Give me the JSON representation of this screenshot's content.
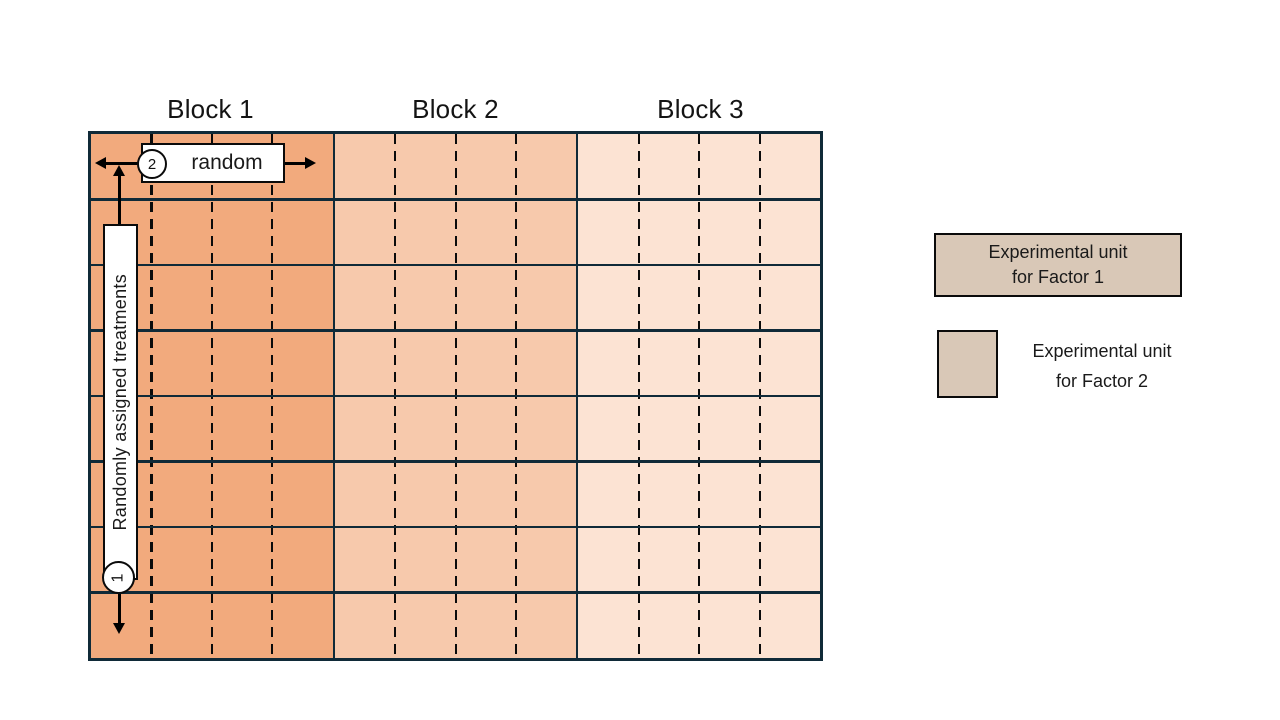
{
  "diagram": {
    "blocks": [
      {
        "label": "Block 1",
        "fill": "#f2aa7d"
      },
      {
        "label": "Block 2",
        "fill": "#f7c9ac"
      },
      {
        "label": "Block 3",
        "fill": "#fce3d3"
      }
    ],
    "rows": 8,
    "columns_per_block": 4,
    "line_color": "#102a38",
    "dash_color": "#0b0b0b"
  },
  "annotations": {
    "step1": {
      "badge": "1",
      "label": "Randomly assigned treatments"
    },
    "step2": {
      "badge": "2",
      "label": "random"
    }
  },
  "legend": {
    "fill": "#d9c8b7",
    "items": [
      {
        "line1": "Experimental unit",
        "line2": "for Factor 1"
      },
      {
        "line1": "Experimental unit",
        "line2": "for Factor 2"
      }
    ]
  }
}
